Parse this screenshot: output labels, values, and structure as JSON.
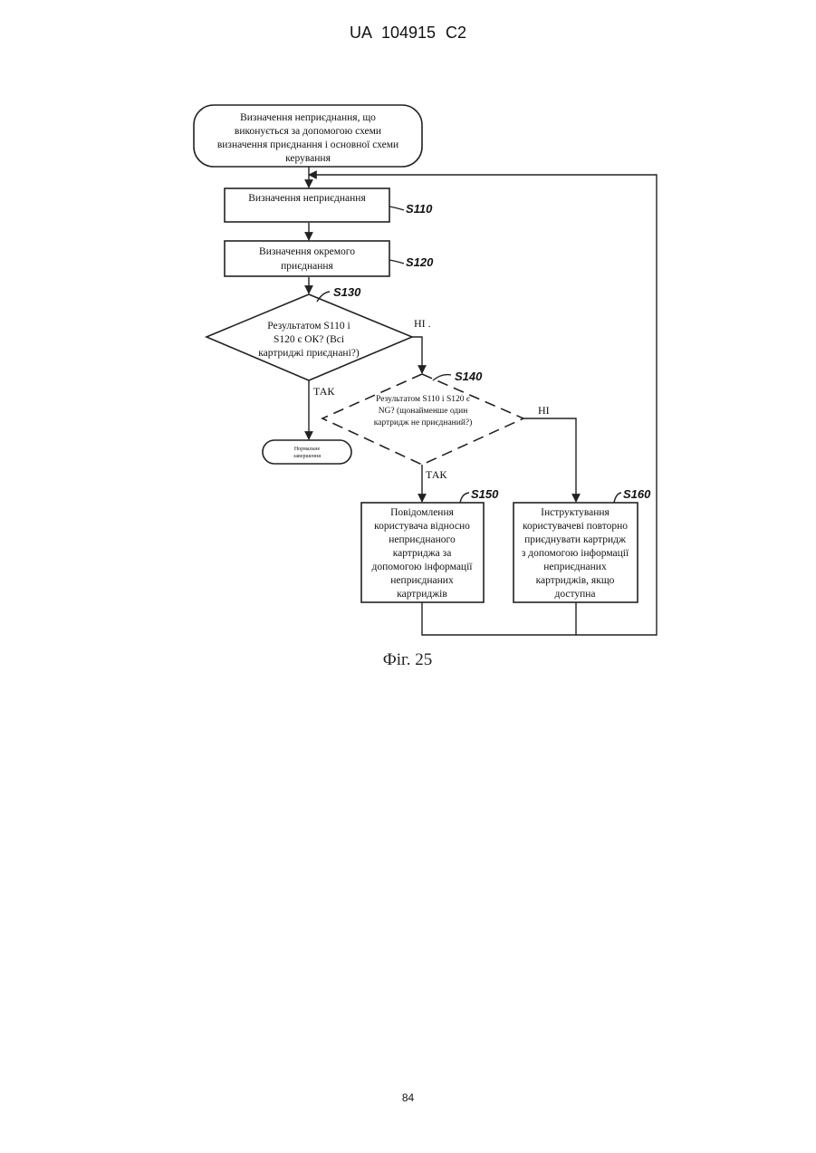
{
  "header": {
    "text": "UA   104915   C2"
  },
  "page_number": "84",
  "diagram": {
    "start": {
      "lines": [
        "Визначення неприєднання, що",
        "виконується за допомогою схеми",
        "визначення приєднання і основної схеми",
        "керування"
      ]
    },
    "s110": {
      "label": "S110",
      "lines": [
        "Визначення неприєднання"
      ]
    },
    "s120": {
      "label": "S120",
      "lines": [
        "Визначення окремого",
        "приєднання"
      ]
    },
    "s130": {
      "label": "S130",
      "lines": [
        "Результатом S110 і",
        "S120 є ОК? (Всі",
        "картриджі приєднані?)"
      ],
      "yes": "ТАК",
      "no": "НІ ."
    },
    "s140": {
      "label": "S140",
      "lines": [
        "Результатом S110 і S120 є",
        "NG? (щонайменше один",
        "картридж не приєднаний?)"
      ],
      "yes": "ТАК",
      "no": "НІ"
    },
    "end": {
      "lines": [
        "Нормальне",
        "завершення"
      ]
    },
    "s150": {
      "label": "S150",
      "lines": [
        "Повідомлення",
        "користувача відносно",
        "неприєднаного",
        "картриджа за",
        "допомогою інформації",
        "неприєднаних",
        "картриджів"
      ]
    },
    "s160": {
      "label": "S160",
      "lines": [
        "Інструктування",
        "користувачеві повторно",
        "приєднувати картридж",
        "з допомогою інформації",
        "неприєднаних",
        "картриджів, якщо",
        "доступна"
      ]
    },
    "caption": "Фіг. 25"
  }
}
